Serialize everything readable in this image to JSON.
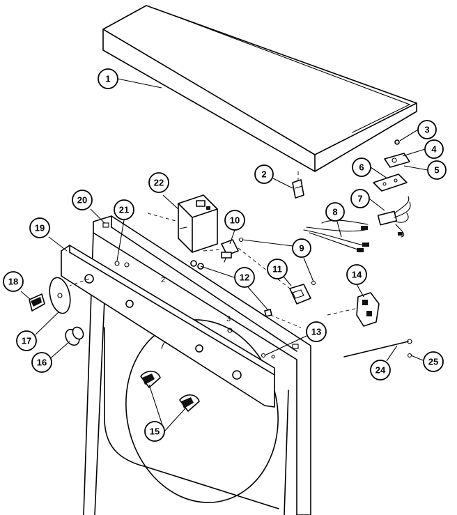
{
  "diagram": {
    "type": "exploded-parts-diagram",
    "callouts": [
      {
        "label": "1"
      },
      {
        "label": "2"
      },
      {
        "label": "3"
      },
      {
        "label": "4"
      },
      {
        "label": "5"
      },
      {
        "label": "6"
      },
      {
        "label": "7"
      },
      {
        "label": "8"
      },
      {
        "label": "9"
      },
      {
        "label": "10"
      },
      {
        "label": "11"
      },
      {
        "label": "12"
      },
      {
        "label": "13"
      },
      {
        "label": "14"
      },
      {
        "label": "15"
      },
      {
        "label": "16"
      },
      {
        "label": "17"
      },
      {
        "label": "18"
      },
      {
        "label": "19"
      },
      {
        "label": "20"
      },
      {
        "label": "21"
      },
      {
        "label": "22"
      },
      {
        "label": "24"
      },
      {
        "label": "25"
      }
    ],
    "panel_marks": [
      "2",
      "3"
    ]
  }
}
